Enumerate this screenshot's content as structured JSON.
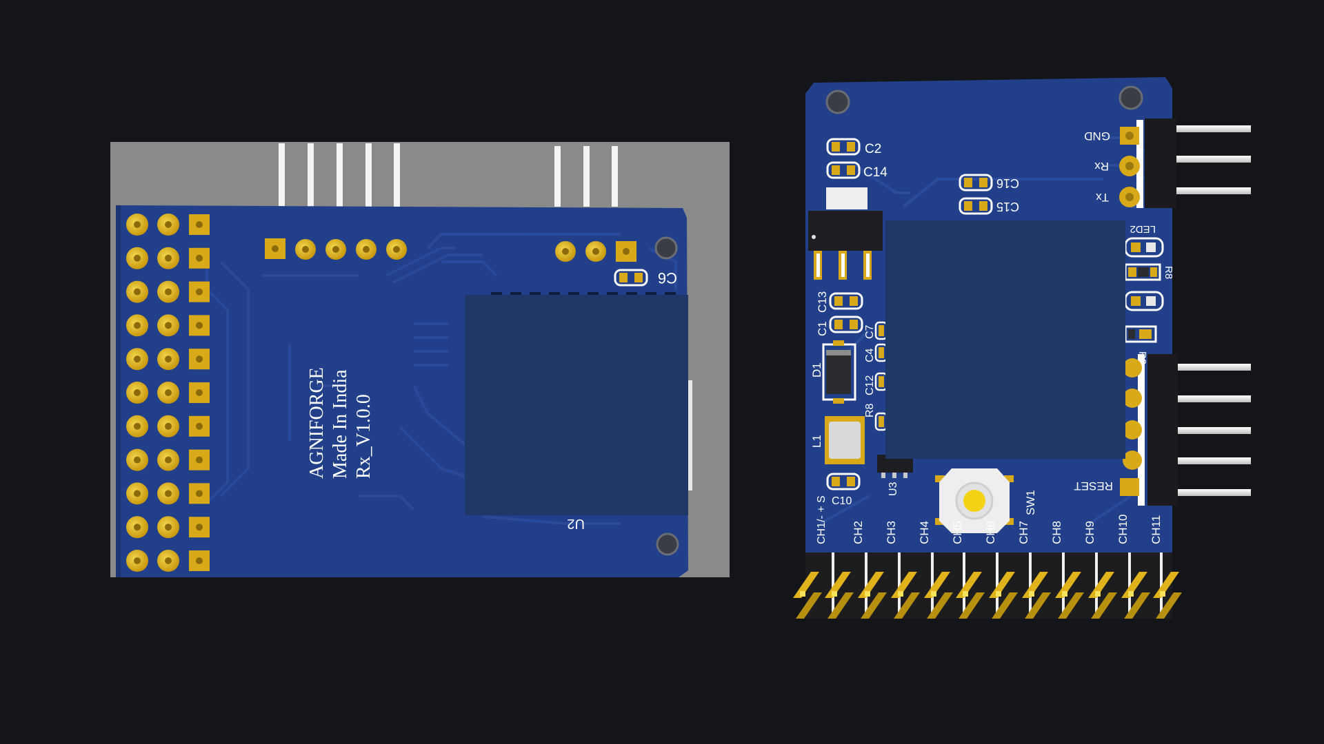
{
  "scene": {
    "background_color": "#141519",
    "board_color": "#22408a",
    "board_shadow_color": "#1b336f",
    "mask_block_color": "#1f3868",
    "pad_gold": "#d8a918",
    "pad_gold_highlight": "#f3d64c",
    "carrier_gray": "#8a8a8a"
  },
  "board_bottom": {
    "brand": {
      "line1": "AGNIFORGE",
      "line2": "Made In India",
      "line3": "Rx_V1.0.0"
    },
    "labels": {
      "c6": "C6",
      "u2": "U2"
    }
  },
  "board_top": {
    "caps": {
      "c2": "C2",
      "c14": "C14",
      "c16": "C16",
      "c15": "C15",
      "c13": "C13",
      "c1": "C1",
      "c7": "C7",
      "c4": "C4",
      "c12": "C12",
      "c10": "C10"
    },
    "parts": {
      "led2": "LED2",
      "r8_right": "R8",
      "r3": "R3",
      "d1": "D1",
      "r8_left": "R8",
      "l1": "L1",
      "u3": "U3",
      "sw1": "SW1",
      "servo_pins": "CH1/- + S"
    },
    "uart_pins": {
      "gnd": "GND",
      "rx": "Rx",
      "tx": "Tx"
    },
    "reset_label": "RESET",
    "channels": [
      "CH2",
      "CH3",
      "CH4",
      "CH5",
      "CH6",
      "CH7",
      "CH8",
      "CH9",
      "CH10",
      "CH11"
    ]
  }
}
